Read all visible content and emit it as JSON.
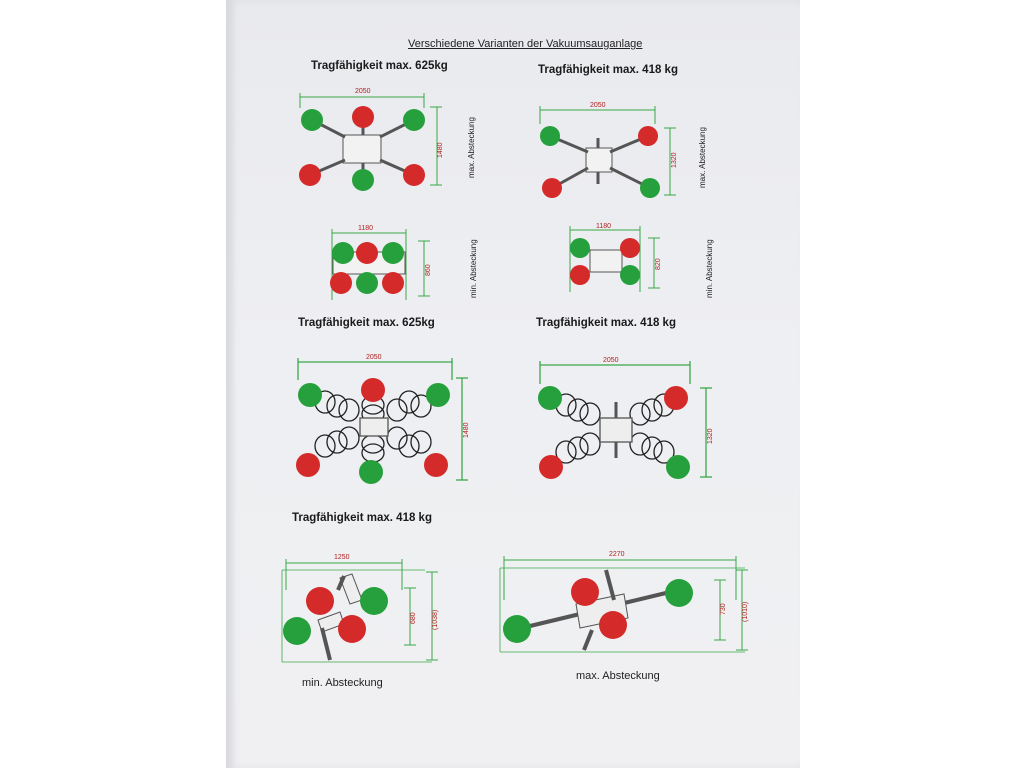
{
  "document": {
    "title": "Verschiedene Varianten der Vakuumsauganlage"
  },
  "captions": {
    "top_left": "Tragfähigkeit max. 625kg",
    "top_right": "Tragfähigkeit max. 418 kg",
    "mid_left": "Tragfähigkeit max. 625kg",
    "mid_right": "Tragfähigkeit max. 418 kg",
    "bottom_left": "Tragfähigkeit max. 418 kg"
  },
  "labels": {
    "max_absteckung": "max. Absteckung",
    "min_absteckung": "min. Absteckung",
    "bottom_left_note": "min. Absteckung",
    "bottom_right_note": "max. Absteckung"
  },
  "dimensions": {
    "d1_w": "2050",
    "d1_h": "1480",
    "d2_w": "2050",
    "d2_h": "1320",
    "d3_w": "1180",
    "d3_h": "860",
    "d4_w": "1180",
    "d4_h": "820",
    "d5_w": "2050",
    "d5_h": "1480",
    "d6_w": "2050",
    "d6_h": "1320",
    "d7_w": "1250",
    "d7_h": "680",
    "d7_h2": "(1038)",
    "d8_w": "2270",
    "d8_h": "730",
    "d8_h2": "(1010)"
  },
  "colors": {
    "suction_red": "#d42a2a",
    "suction_green": "#26a03c",
    "dimension_line": "#3aa848",
    "dimension_text": "#b02020",
    "frame": "#555555"
  }
}
